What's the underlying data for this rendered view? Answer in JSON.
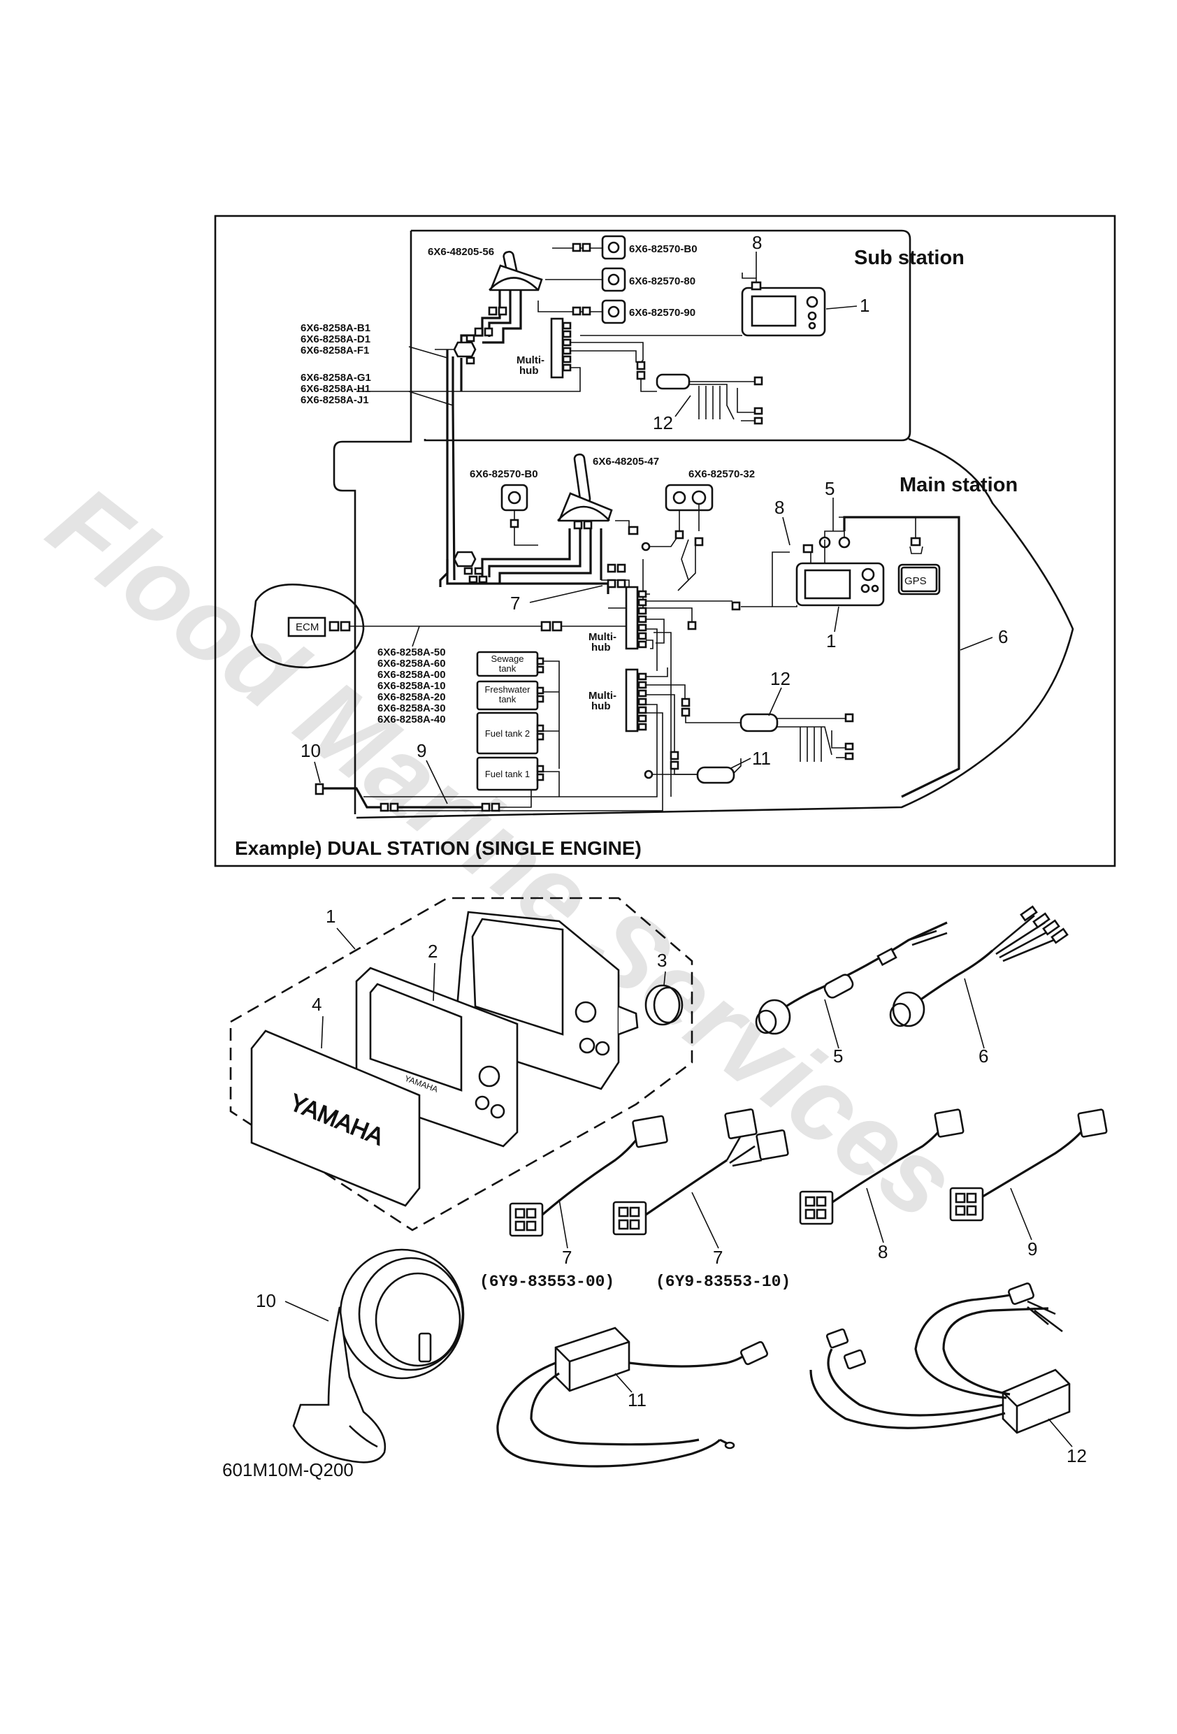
{
  "diagram": {
    "title": "Example) DUAL STATION (SINGLE ENGINE)",
    "stations": {
      "sub": "Sub station",
      "main": "Main station"
    },
    "part_numbers": {
      "sub_remote": "6X6-48205-56",
      "sub_switch_b0": "6X6-82570-B0",
      "sub_switch_80": "6X6-82570-80",
      "sub_switch_90": "6X6-82570-90",
      "main_remote": "6X6-48205-47",
      "main_switch_b0": "6X6-82570-B0",
      "main_key_32": "6X6-82570-32"
    },
    "harness_group_1": [
      "6X6-8258A-B1",
      "6X6-8258A-D1",
      "6X6-8258A-F1"
    ],
    "harness_group_2": [
      "6X6-8258A-G1",
      "6X6-8258A-H1",
      "6X6-8258A-J1"
    ],
    "harness_group_3": [
      "6X6-8258A-50",
      "6X6-8258A-60",
      "6X6-8258A-00",
      "6X6-8258A-10",
      "6X6-8258A-20",
      "6X6-8258A-30",
      "6X6-8258A-40"
    ],
    "multihub_label_1": "Multi-",
    "multihub_label_2": "hub",
    "ecm": "ECM",
    "gps": "GPS",
    "tanks": {
      "sewage_1": "Sewage",
      "sewage_2": "tank",
      "fresh_1": "Freshwater",
      "fresh_2": "tank",
      "fuel2": "Fuel tank 2",
      "fuel1": "Fuel tank 1"
    },
    "callouts": {
      "c1": "1",
      "c1b": "1",
      "c5": "5",
      "c6": "6",
      "c7": "7",
      "c8": "8",
      "c8b": "8",
      "c9": "9",
      "c10": "10",
      "c11": "11",
      "c12": "12",
      "c12b": "12"
    }
  },
  "parts": {
    "callouts": {
      "p1": "1",
      "p2": "2",
      "p3": "3",
      "p4": "4",
      "p5": "5",
      "p6": "6",
      "p7a": "7",
      "p7b": "7",
      "p8": "8",
      "p9": "9",
      "p10": "10",
      "p11": "11",
      "p12": "12"
    },
    "part7a_number": "(6Y9-83553-00)",
    "part7b_number": "(6Y9-83553-10)",
    "cover_brand": "YAMAHA",
    "bezel_brand": "YAMAHA",
    "reference_code": "601M10M-Q200"
  },
  "watermark": "Flood Marine Services",
  "colors": {
    "line": "#111111",
    "watermark": "#cfcfcf",
    "background": "#ffffff"
  }
}
